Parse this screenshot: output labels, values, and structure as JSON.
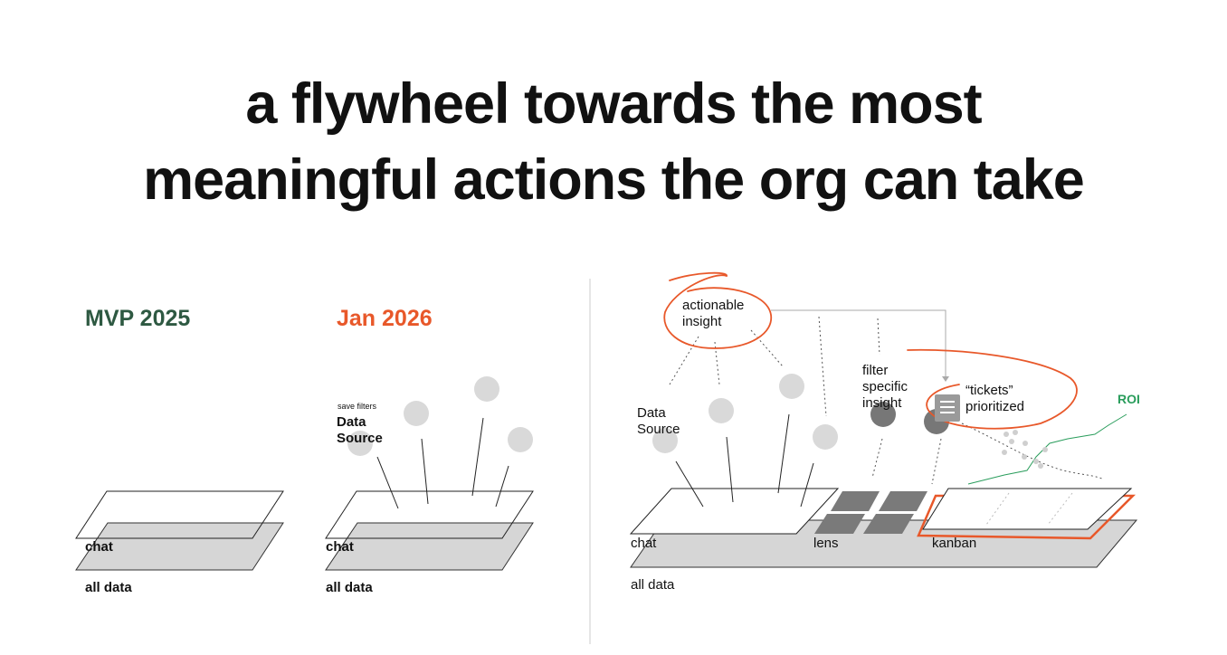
{
  "title": {
    "line1": "a flywheel towards the most",
    "line2": "meaningful actions the org can take"
  },
  "colors": {
    "mvp_green": "#2e5942",
    "jan_orange": "#e8582a",
    "roi_green": "#2a9d5c",
    "layer_gray": "#d6d6d6",
    "circle_gray": "#d9d9d9",
    "dark_circle": "#777777"
  },
  "panels": {
    "mvp": {
      "heading": "MVP 2025",
      "top_layer": "chat",
      "bottom_layer": "all data"
    },
    "jan": {
      "heading": "Jan 2026",
      "save_filters": "save filters",
      "data_source": "Data\nSource",
      "top_layer": "chat",
      "bottom_layer": "all data"
    },
    "future": {
      "actionable_insight": "actionable\ninsight",
      "data_source": "Data\nSource",
      "filter_insight": "filter\nspecific\ninsight",
      "tickets": "“tickets”\nprioritized",
      "roi": "ROI",
      "chat": "chat",
      "lens": "lens",
      "kanban": "kanban",
      "all_data": "all data"
    }
  }
}
